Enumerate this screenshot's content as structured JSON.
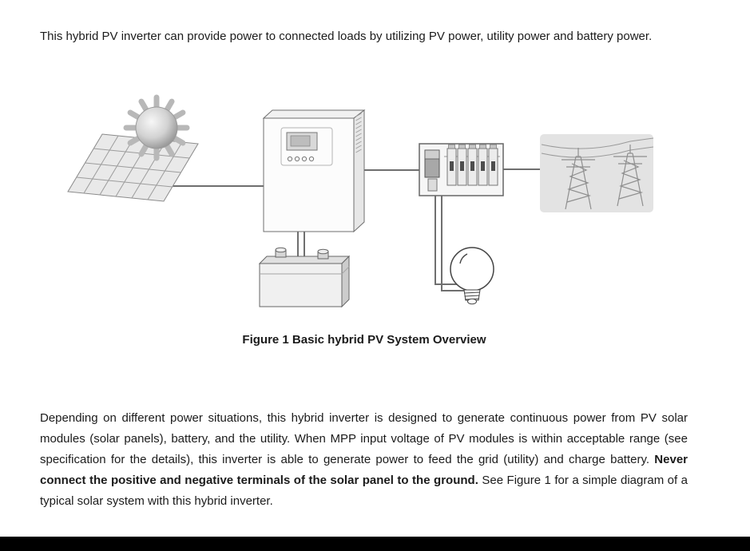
{
  "document": {
    "intro": "This hybrid PV inverter can provide power to connected loads by utilizing PV power, utility power and battery power.",
    "figure": {
      "caption": "Figure 1 Basic hybrid PV System Overview",
      "components": [
        "sun",
        "PV solar panel",
        "hybrid inverter",
        "breaker panel",
        "utility grid",
        "battery",
        "light bulb load"
      ]
    },
    "body": {
      "text_before_bold": "Depending on different power situations, this hybrid inverter is designed to generate continuous power from PV solar modules (solar panels), battery, and the utility. When MPP input voltage of PV modules is within acceptable range (see specification for the details), this inverter is able to generate power to feed the grid (utility) and charge battery. ",
      "bold_text": "Never connect the positive and negative terminals of the solar panel to the ground.",
      "text_after_bold": " See Figure 1 for a simple diagram of a typical solar system with this hybrid inverter."
    }
  },
  "colors": {
    "text": "#1b1b1b",
    "diagram_line": "#6f6f6f",
    "diagram_fill_light": "#ececec",
    "utility_background": "#e3e3e3",
    "footer_bar": "#000000",
    "page_background": "#ffffff"
  }
}
